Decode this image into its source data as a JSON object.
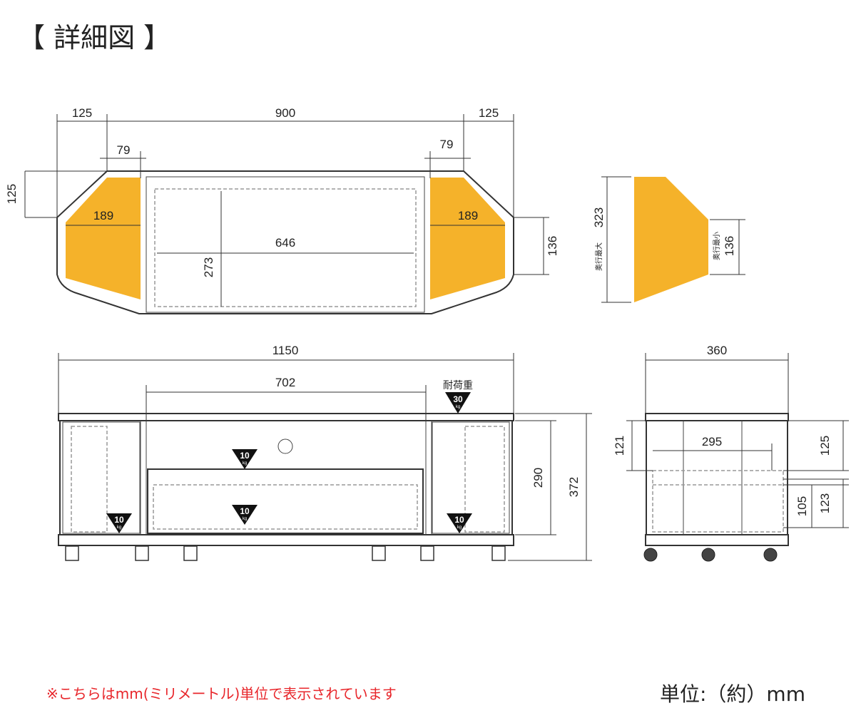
{
  "title": "【 詳細図 】",
  "top_view": {
    "dims": {
      "left_125": "125",
      "center_900": "900",
      "right_125": "125",
      "left_79": "79",
      "right_79": "79",
      "depth_125": "125",
      "left_189": "189",
      "right_189": "189",
      "inner_646": "646",
      "inner_273": "273",
      "side_136": "136"
    }
  },
  "corner_view": {
    "max_depth_label": "奥行最大",
    "max_depth": "323",
    "min_depth_label": "奥行最小",
    "min_depth": "136"
  },
  "front_view": {
    "dims": {
      "width_1150": "1150",
      "inner_702": "702",
      "height_290": "290",
      "height_372": "372"
    },
    "load_label": "耐荷重",
    "loads": {
      "top": "30",
      "shelf": "10",
      "drawer": "10",
      "left": "10",
      "right": "10",
      "unit": "kg"
    }
  },
  "side_view": {
    "dims": {
      "depth_360": "360",
      "inner_295": "295",
      "h_121": "121",
      "h_125": "125",
      "h_105": "105",
      "h_123": "123"
    }
  },
  "footer": {
    "note": "※こちらはmm(ミリメートル)単位で表示されています",
    "unit": "単位:（約）mm"
  },
  "colors": {
    "shelf_fill": "#f5b22a",
    "note": "#e8262b"
  }
}
